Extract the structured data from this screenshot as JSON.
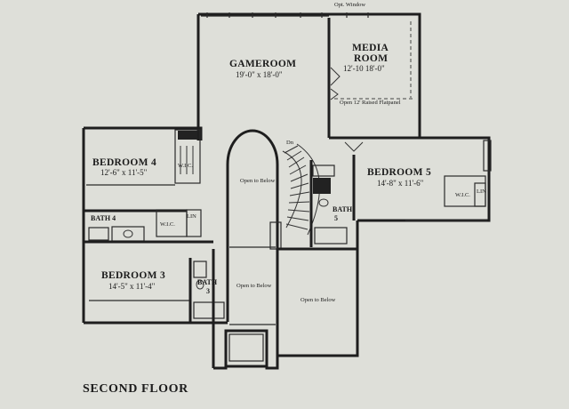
{
  "plan": {
    "title": "SECOND FLOOR",
    "rooms": {
      "gameroom": {
        "name": "GAMEROOM",
        "dims": "19'-0\" x 18'-0\""
      },
      "media": {
        "name_line1": "MEDIA",
        "name_line2": "ROOM",
        "dims": "12'-10  18'-0\"",
        "ceiling": "Open 12' Raised Flatpanel"
      },
      "bedroom4": {
        "name": "BEDROOM 4",
        "dims": "12'-6\" x 11'-5\""
      },
      "bedroom5": {
        "name": "BEDROOM 5",
        "dims": "14'-8\" x 11'-6\""
      },
      "bedroom3": {
        "name": "BEDROOM 3",
        "dims": "14'-5\" x 11'-4\""
      },
      "bath4": {
        "name": "BATH 4"
      },
      "bath3": {
        "name_line1": "BATH",
        "name_line2": "3"
      },
      "bath5": {
        "name_line1": "BATH",
        "name_line2": "5"
      }
    },
    "tags": {
      "wic": "W.I.C.",
      "wic_b5": "W.I.C.",
      "wic_b4": "W.I.C.",
      "lin": "LIN",
      "lin_b5": "LIN",
      "dn": "Dn",
      "opt_window": "Opt. Window",
      "open_to_below_1": "Open to Below",
      "open_to_below_2": "Open to Below",
      "open_to_below_3": "Open to Below"
    }
  }
}
